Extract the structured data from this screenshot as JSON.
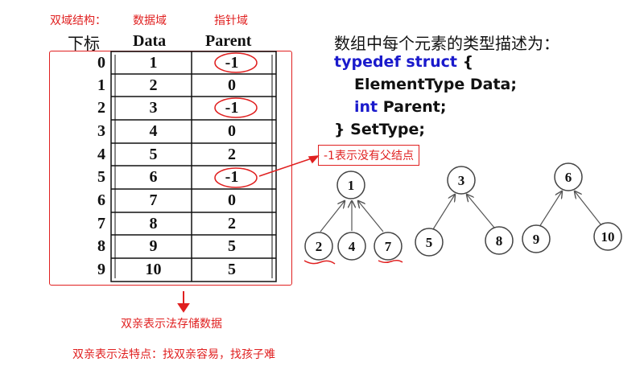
{
  "labels": {
    "dual_field": "双域结构：",
    "data_field": "数据域",
    "pointer_field": "指针域",
    "col_index": "下标",
    "col_data": "Data",
    "col_parent": "Parent",
    "desc_title": "数组中每个元素的类型描述为：",
    "minus_one_note": "-1表示没有父结点",
    "storage_note": "双亲表示法存储数据",
    "feature_note": "双亲表示法特点：找双亲容易，找孩子难"
  },
  "code": {
    "kw_typedef_struct": "typedef struct",
    "brace_open": " {",
    "line2": "ElementType Data;",
    "kw_int": "int",
    "line3_rest": " Parent;",
    "line4": "} SetType;"
  },
  "table": {
    "rows": [
      {
        "index": "0",
        "data": "1",
        "parent": "-1"
      },
      {
        "index": "1",
        "data": "2",
        "parent": "0"
      },
      {
        "index": "2",
        "data": "3",
        "parent": "-1"
      },
      {
        "index": "3",
        "data": "4",
        "parent": "0"
      },
      {
        "index": "4",
        "data": "5",
        "parent": "2"
      },
      {
        "index": "5",
        "data": "6",
        "parent": "-1"
      },
      {
        "index": "6",
        "data": "7",
        "parent": "0"
      },
      {
        "index": "7",
        "data": "8",
        "parent": "2"
      },
      {
        "index": "8",
        "data": "9",
        "parent": "5"
      },
      {
        "index": "9",
        "data": "10",
        "parent": "5"
      }
    ]
  },
  "trees": [
    {
      "root": "1",
      "children": [
        "2",
        "4",
        "7"
      ]
    },
    {
      "root": "3",
      "children": [
        "5",
        "8"
      ]
    },
    {
      "root": "6",
      "children": [
        "9",
        "10"
      ]
    }
  ],
  "colors": {
    "annotation": "#e02020",
    "keyword": "#1a1acc",
    "ink": "#111111"
  }
}
